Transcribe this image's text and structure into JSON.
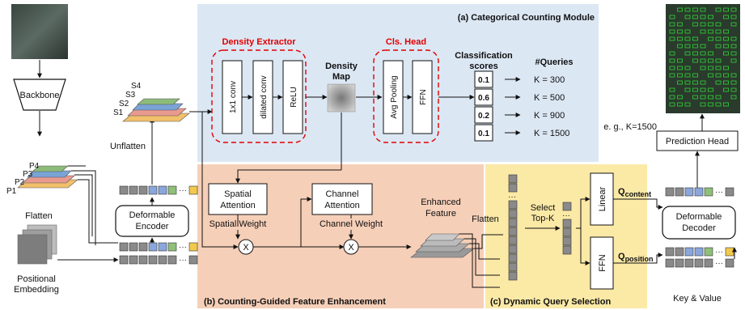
{
  "left": {
    "backbone": "Backbone",
    "unflatten": "Unflatten",
    "flatten": "Flatten",
    "p_labels": [
      "P4",
      "P3",
      "P2",
      "P1"
    ],
    "s_labels": [
      "S4",
      "S3",
      "S2",
      "S1"
    ],
    "deformable_encoder": [
      "Deformable",
      "Encoder"
    ],
    "positional_embedding": [
      "Positional",
      "Embedding"
    ]
  },
  "ccm": {
    "title": "(a) Categorical Counting Module",
    "density_extractor": "Density Extractor",
    "layers": [
      "1x1 conv",
      "dilated conv",
      "ReLU"
    ],
    "density_map": [
      "Density",
      "Map"
    ],
    "cls_head": "Cls. Head",
    "cls_layers": [
      "Avg Pooling",
      "FFN"
    ],
    "classification_scores": [
      "Classification",
      "scores"
    ],
    "queries_header": "#Queries",
    "scores": [
      "0.1",
      "0.6",
      "0.2",
      "0.1"
    ],
    "queries": [
      "K = 300",
      "K = 500",
      "K = 900",
      "K = 1500"
    ]
  },
  "cgfe": {
    "title": "(b) Counting-Guided Feature Enhancement",
    "spatial_attention": [
      "Spatial",
      "Attention"
    ],
    "channel_attention": [
      "Channel",
      "Attention"
    ],
    "spatial_weight": "Spatial Weight",
    "channel_weight": "Channel Weight",
    "multiply": "X",
    "enhanced_feature": [
      "Enhanced",
      "Feature"
    ],
    "flatten": "Flatten"
  },
  "dqs": {
    "title": "(c) Dynamic Query Selection",
    "select_topk": [
      "Select",
      "Top-K"
    ],
    "linear": "Linear",
    "ffn": "FFN",
    "q_content": "Q",
    "q_content_sub": "content",
    "q_position": "Q",
    "q_position_sub": "position"
  },
  "right": {
    "example": "e. g., K=1500",
    "prediction_head": "Prediction Head",
    "deformable_decoder": [
      "Deformable",
      "Decoder"
    ],
    "key_value": "Key & Value"
  },
  "colors": {
    "ccm_bg": "#dce7f4",
    "cgfe_bg": "#f6cfb8",
    "dqs_bg": "#fbe9a6",
    "dashed_red": "#e00000",
    "token_blue": "#8aa6dc",
    "token_green": "#8fbf7a",
    "token_yellow": "#f2c94c",
    "token_gray": "#8a8a8a"
  }
}
